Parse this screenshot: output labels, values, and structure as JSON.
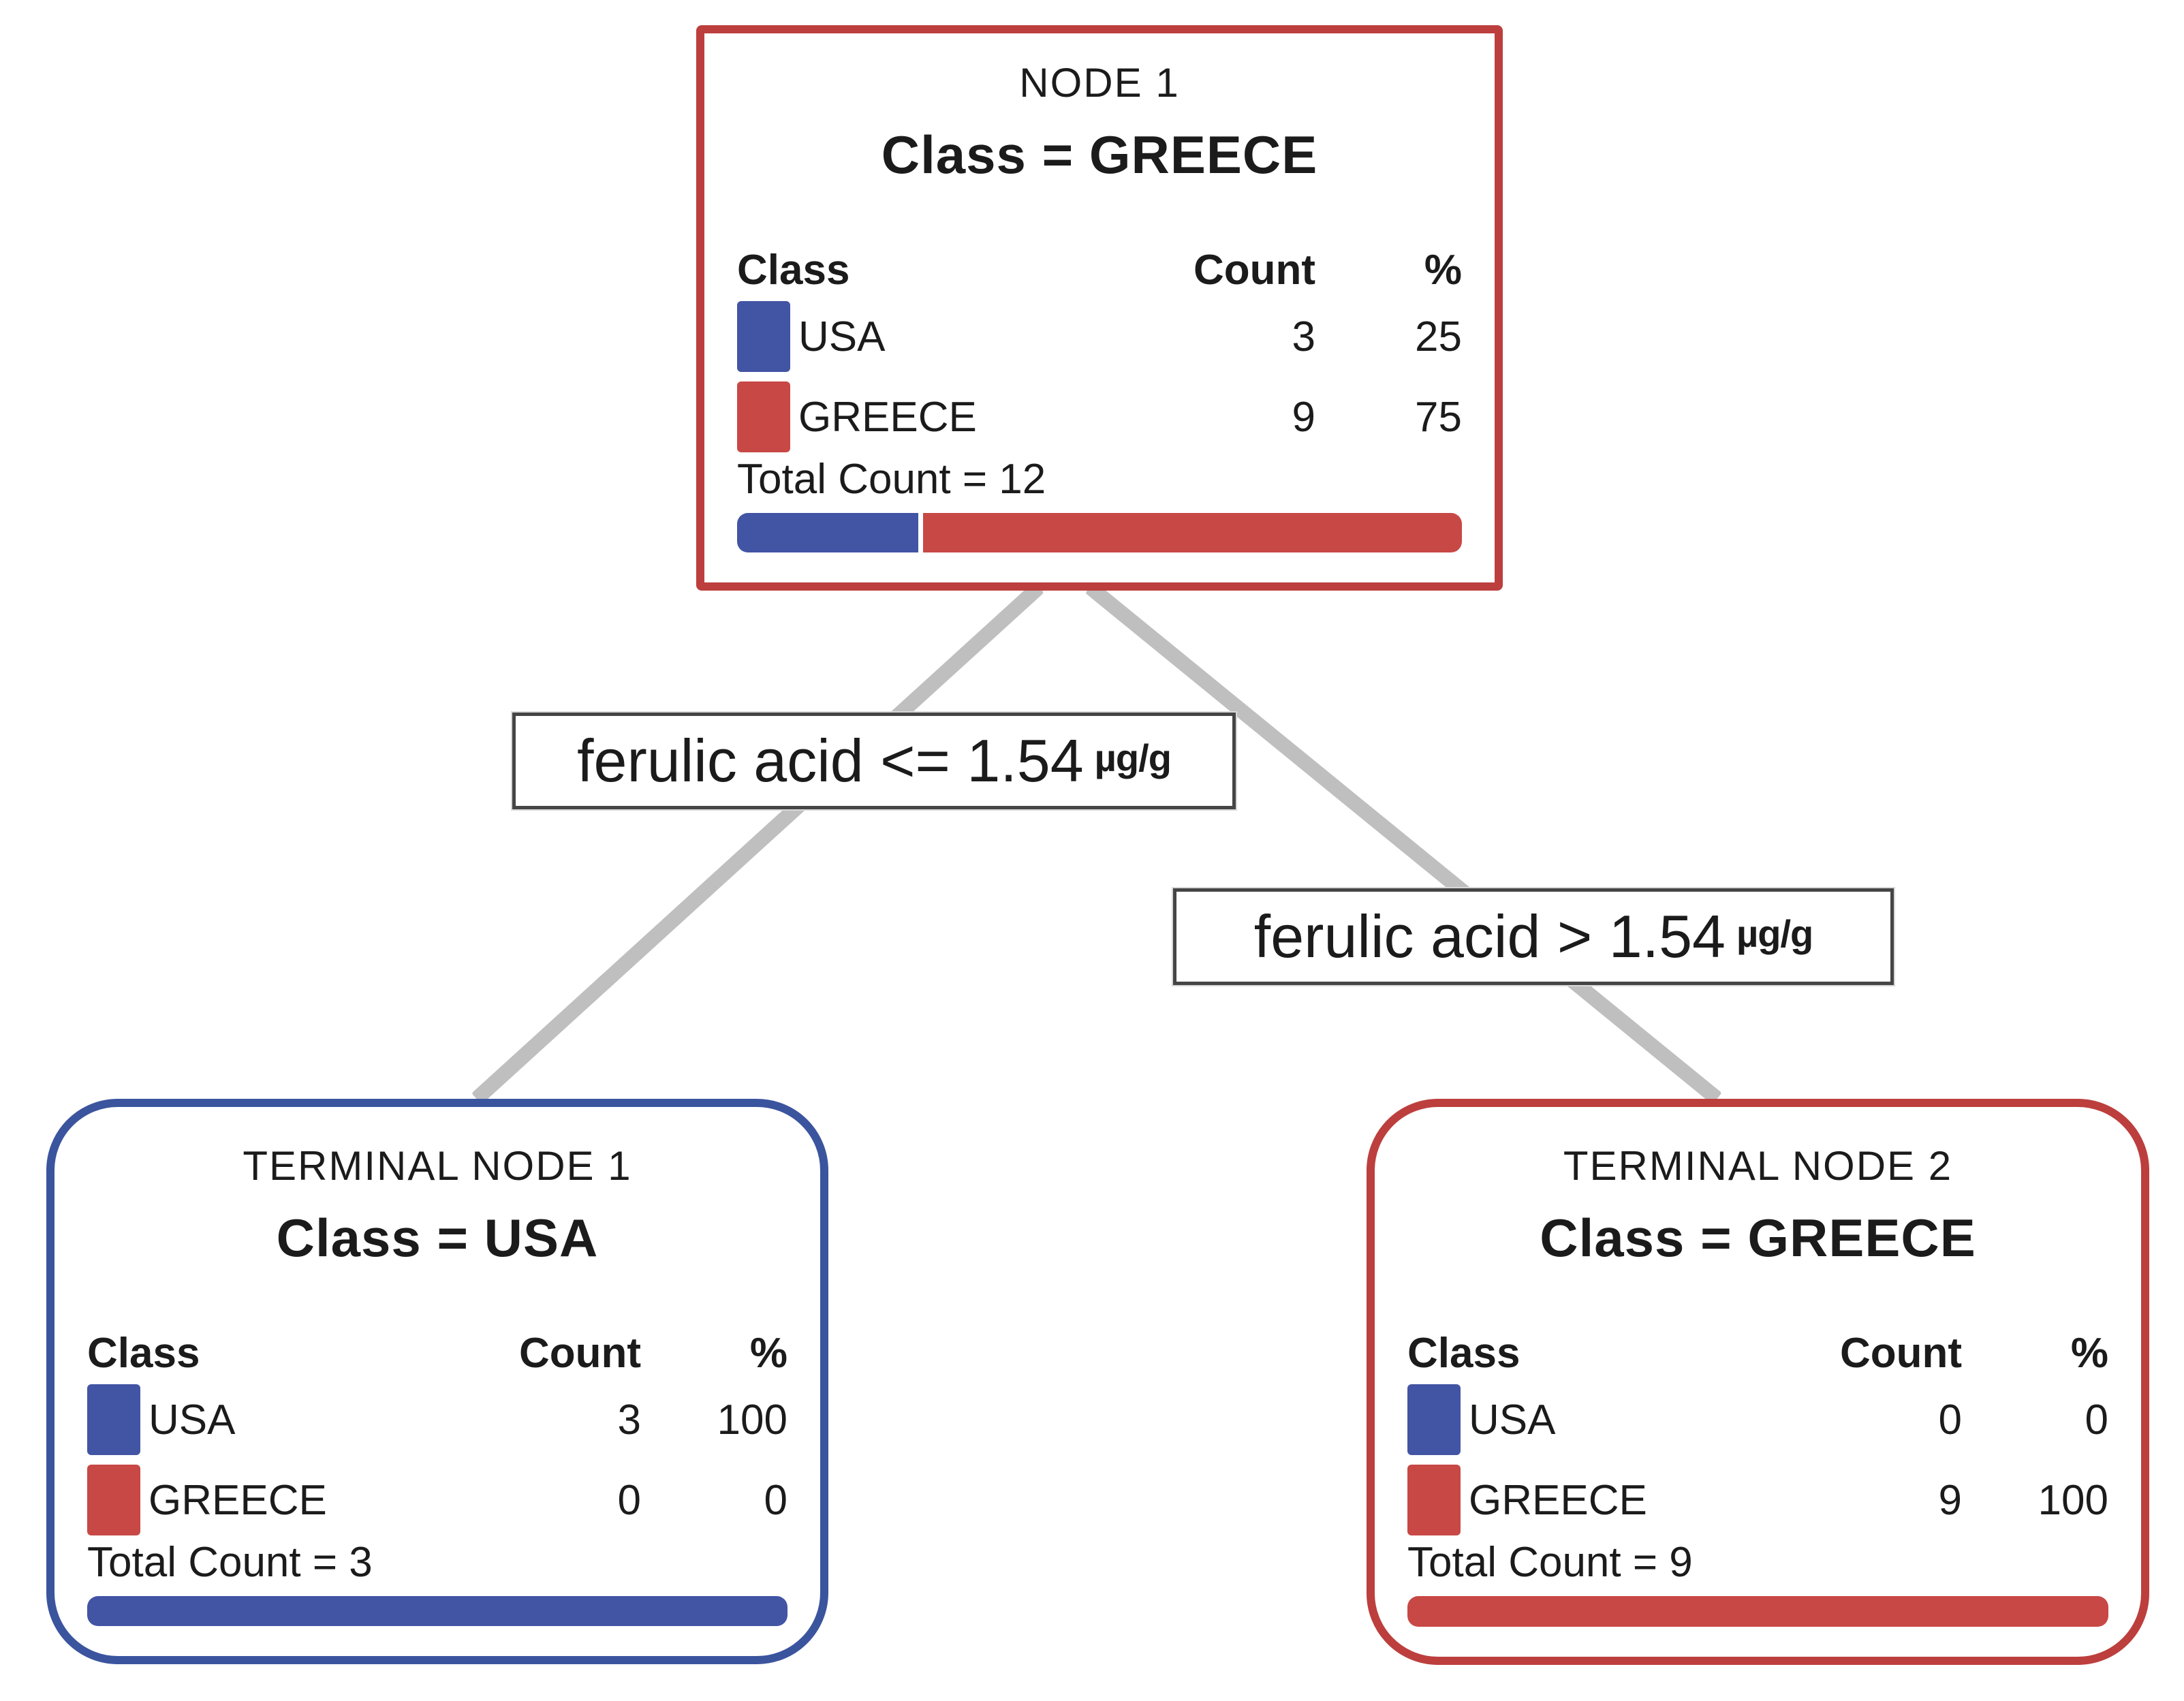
{
  "diagram_type": "decision-tree-partition",
  "colors": {
    "usa_blue": "#4254a4",
    "greece_red": "#c74845",
    "red_node_border": "#bc3f3d",
    "blue_node_border": "#3b549e",
    "connector_gray": "#bfbfbf",
    "split_label_border": "#454545",
    "text": "#1b1b1b"
  },
  "headers": {
    "class": "Class",
    "count": "Count",
    "pct": "%"
  },
  "root": {
    "title": "NODE 1",
    "class_label": "Class = GREECE",
    "rows": [
      {
        "label": "USA",
        "count": "3",
        "pct": "25",
        "color": "#4254a4"
      },
      {
        "label": "GREECE",
        "count": "9",
        "pct": "75",
        "color": "#c74845"
      }
    ],
    "total": "Total Count = 12",
    "bar": [
      {
        "name": "USA",
        "pct": 25,
        "color": "#4254a4"
      },
      {
        "name": "GREECE",
        "pct": 75,
        "color": "#c74845"
      }
    ]
  },
  "split_left": {
    "condition": "ferulic acid <= 1.54",
    "unit": "µg/g"
  },
  "split_right": {
    "condition": "ferulic acid > 1.54",
    "unit": "µg/g"
  },
  "leaf_left": {
    "title": "TERMINAL NODE 1",
    "class_label": "Class = USA",
    "rows": [
      {
        "label": "USA",
        "count": "3",
        "pct": "100",
        "color": "#4254a4"
      },
      {
        "label": "GREECE",
        "count": "0",
        "pct": "0",
        "color": "#c74845"
      }
    ],
    "total": "Total Count = 3",
    "bar": [
      {
        "name": "USA",
        "pct": 100,
        "color": "#4254a4"
      }
    ]
  },
  "leaf_right": {
    "title": "TERMINAL NODE 2",
    "class_label": "Class = GREECE",
    "rows": [
      {
        "label": "USA",
        "count": "0",
        "pct": "0",
        "color": "#4254a4"
      },
      {
        "label": "GREECE",
        "count": "9",
        "pct": "100",
        "color": "#c74845"
      }
    ],
    "total": "Total Count = 9",
    "bar": [
      {
        "name": "GREECE",
        "pct": 100,
        "color": "#c74845"
      }
    ]
  }
}
